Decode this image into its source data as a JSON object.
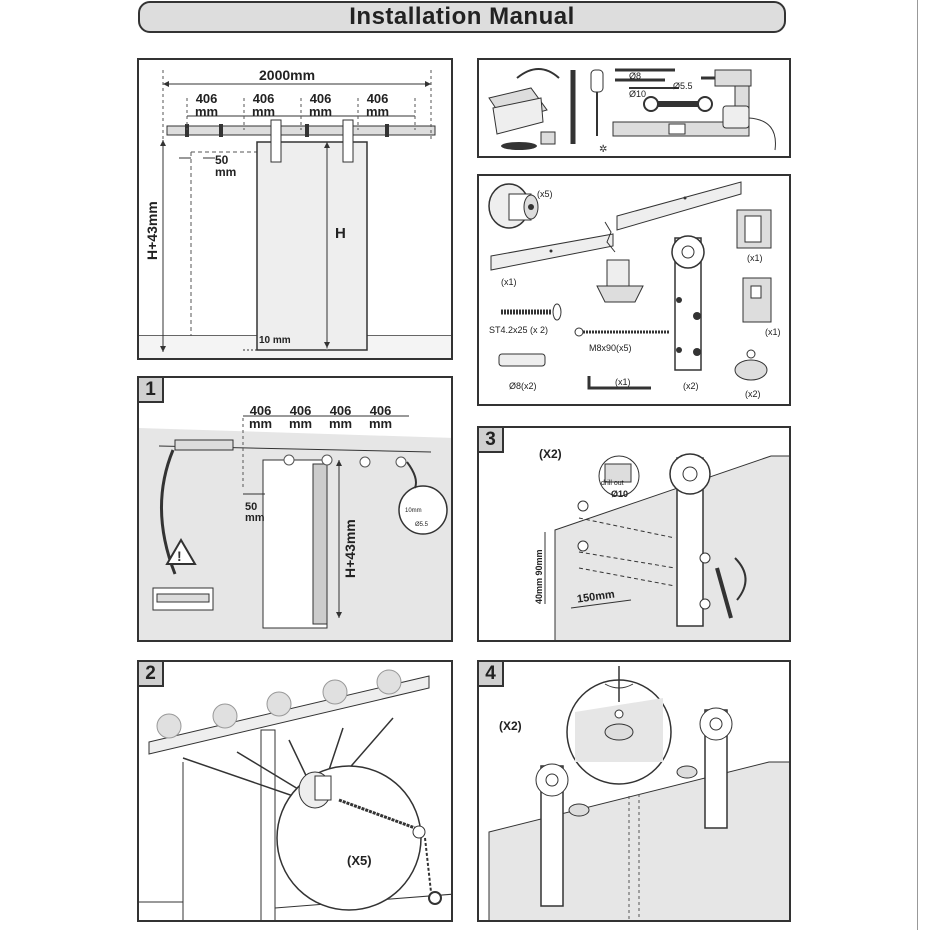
{
  "header": {
    "title": "Installation Manual"
  },
  "dimensions": {
    "total": "2000mm",
    "segment": [
      "406",
      "406",
      "406",
      "406"
    ],
    "segment_unit": "mm",
    "offset_num": "50",
    "offset_unit": "mm",
    "height_label": "H+43mm",
    "door_height": "H",
    "gap": "10 mm"
  },
  "tools": {
    "drill1": "Ø8",
    "drill2": "Ø10",
    "drill3": "Ø5.5"
  },
  "parts": {
    "stopper_qty": "(x5)",
    "rail_qty": "(x1)",
    "bracket1_qty": "(x1)",
    "bracket2_qty": "(x1)",
    "screw_label": "ST4.2x25 (x 2)",
    "bolt_label": "M8x90(x5)",
    "anchor_label": "Ø8(x2)",
    "wrench_qty": "(x1)",
    "hanger_qty": "(x2)",
    "guide_qty": "(x2)"
  },
  "steps": [
    {
      "number": "1",
      "segment": [
        "406",
        "406",
        "406",
        "406"
      ],
      "unit": "mm",
      "offset_num": "50",
      "offset_unit": "mm",
      "height": "H+43mm",
      "detail1": "10mm",
      "detail2": "Ø5.5"
    },
    {
      "number": "2",
      "qty": "(X5)"
    },
    {
      "number": "3",
      "qty": "(X2)",
      "drill_note": "drill out",
      "drill_size": "Ø10",
      "spacing": "40mm 90mm",
      "offset": "150mm"
    },
    {
      "number": "4",
      "qty": "(X2)"
    }
  ]
}
